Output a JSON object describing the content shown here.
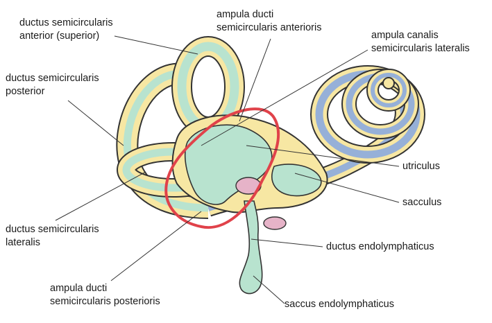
{
  "labels": {
    "ant_canal_1": "ductus semicircularis",
    "ant_canal_2": "anterior (superior)",
    "amp_ant_1": "ampula ducti",
    "amp_ant_2": "semicircularis anterioris",
    "amp_lat_1": "ampula canalis",
    "amp_lat_2": "semicircularis lateralis",
    "post_canal_1": "ductus semicircularis",
    "post_canal_2": "posterior",
    "utriculus": "utriculus",
    "sacculus": "sacculus",
    "lat_canal_1": "ductus semicircularis",
    "lat_canal_2": "lateralis",
    "duct_endo": "ductus endolymphaticus",
    "amp_post_1": "ampula ducti",
    "amp_post_2": "semicircularis posterioris",
    "saccus_endo": "saccus endolymphaticus"
  },
  "colors": {
    "bony": "#f7e7a3",
    "membranous": "#b8e3cf",
    "cochlea": "#96b0d8",
    "saccule_pink": "#e6b3c8",
    "outline": "#333333",
    "highlight": "#e0424a"
  }
}
